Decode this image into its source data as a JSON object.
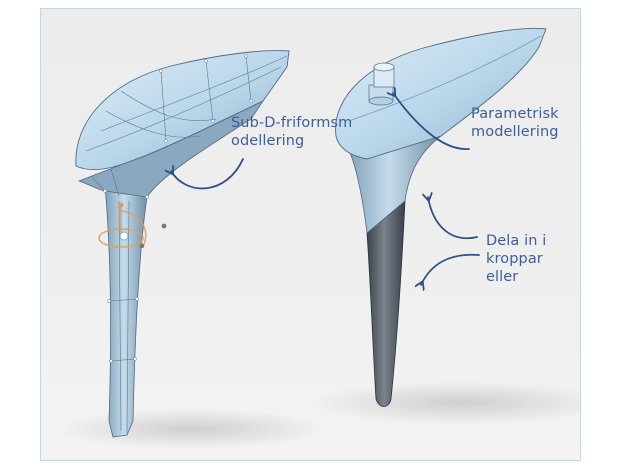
{
  "figure": {
    "left_model": {
      "name": "sub-d-freeform-implant",
      "label_lines": [
        "Sub-D-friformsm",
        "odellering"
      ]
    },
    "right_model": {
      "name": "parametric-implant",
      "top_label_lines": [
        "Parametrisk",
        "modellering"
      ],
      "bottom_label_lines": [
        "Dela in i",
        "kroppar",
        "eller"
      ]
    },
    "colors": {
      "label_text": "#3e5f95",
      "arrow": "#2f4f86",
      "model_light": "#b9d6ea",
      "model_dark": "#4c5560",
      "frame_border": "#c3d6e4",
      "background": "#eeeeee"
    }
  }
}
